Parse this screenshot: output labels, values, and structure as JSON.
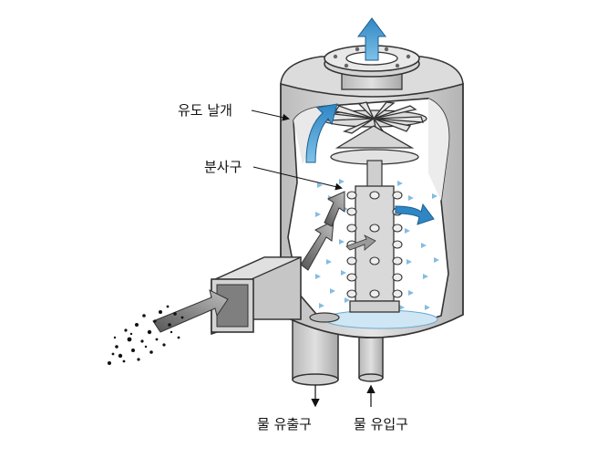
{
  "labels": {
    "guide_vane": "유도 날개",
    "nozzle": "분사구",
    "water_outlet": "물 유출구",
    "water_inlet": "물 유입구"
  },
  "colors": {
    "vessel_fill": "#d8d8d8",
    "vessel_dark": "#a9a9a9",
    "interior": "#ffffff",
    "spray": "#5aa6d6",
    "flow_arrow": "#4b9bd0",
    "gas_arrow": "#8c8c8c",
    "particles": "#111111",
    "outline": "#333333"
  }
}
